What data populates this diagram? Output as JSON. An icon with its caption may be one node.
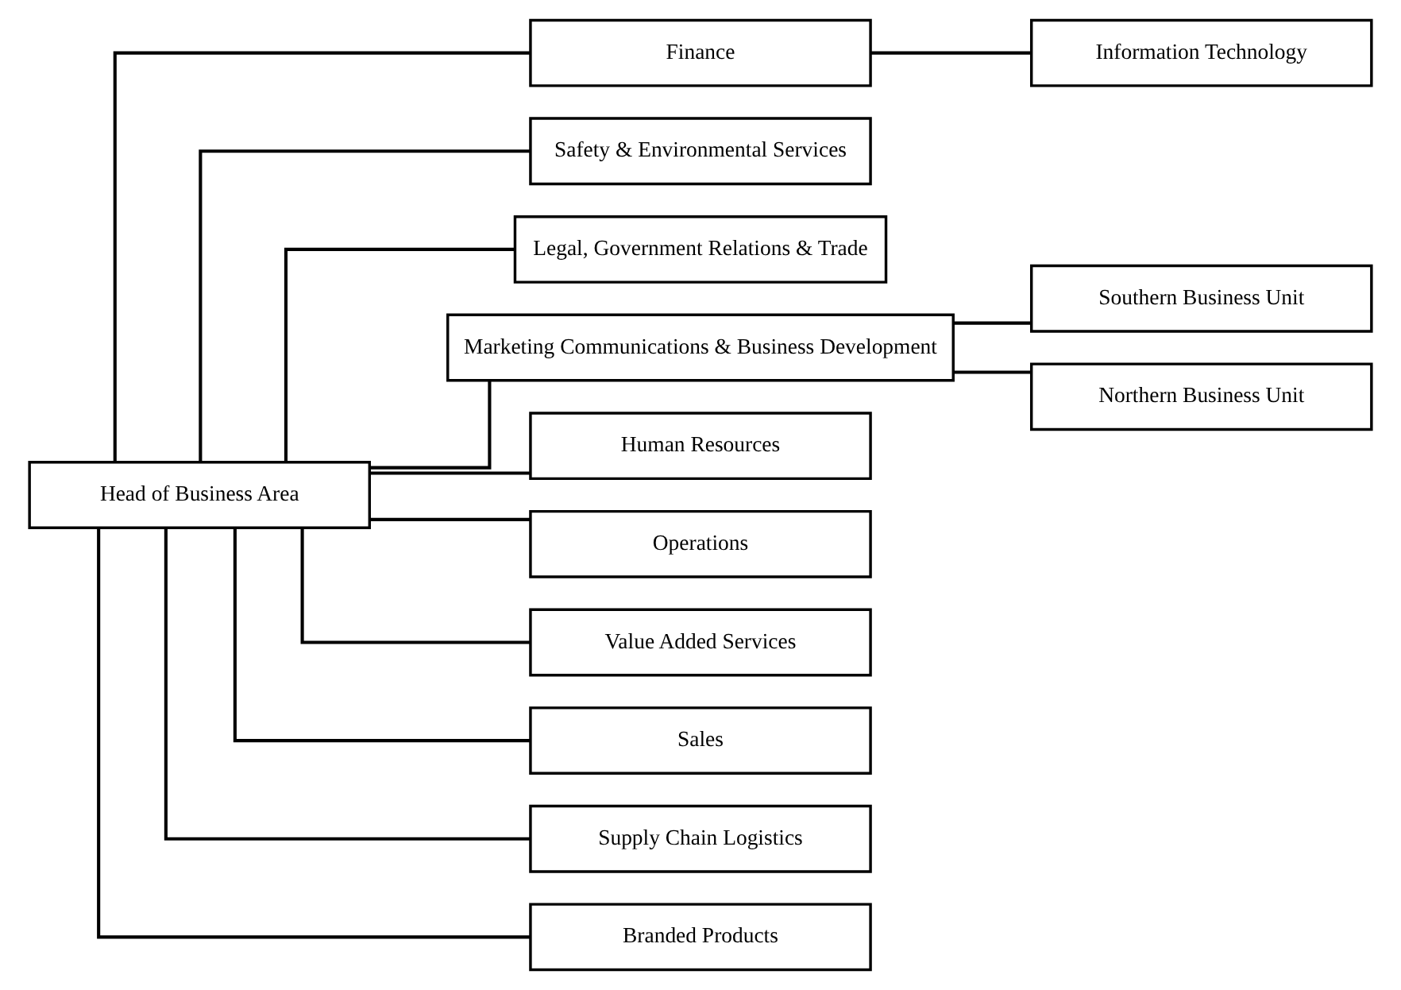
{
  "diagram": {
    "nodes": [
      {
        "text": [
          "Head of Business Area"
        ]
      },
      {
        "text": [
          "Finance"
        ]
      },
      {
        "text": [
          "Safety & Environmental Services"
        ]
      },
      {
        "text": [
          "Information Technology"
        ]
      },
      {
        "text": [
          "Legal, Government Relations & Trade"
        ]
      },
      {
        "text": [
          "Marketing Communications & Business Development"
        ]
      },
      {
        "text": [
          "Southern Business Unit"
        ]
      },
      {
        "text": [
          "Northern Business Unit"
        ]
      },
      {
        "text": [
          "Human Resources"
        ]
      },
      {
        "text": [
          "Operations"
        ]
      },
      {
        "text": [
          "Value Added Services"
        ]
      },
      {
        "text": [
          "Sales"
        ]
      },
      {
        "text": [
          "Supply Chain Logistics"
        ]
      },
      {
        "text": [
          "Branded Products"
        ]
      }
    ],
    "edges": [
      {
        "from": 0,
        "to": 1,
        "arrow": "none"
      },
      {
        "from": 0,
        "to": 2,
        "arrow": "none"
      },
      {
        "from": 1,
        "to": 3,
        "arrow": "none"
      },
      {
        "from": 0,
        "to": 4,
        "arrow": "none"
      },
      {
        "from": 0,
        "to": 5,
        "arrow": "none"
      },
      {
        "from": 5,
        "to": 6,
        "arrow": "none"
      },
      {
        "from": 5,
        "to": 7,
        "arrow": "none"
      },
      {
        "from": 0,
        "to": 8,
        "arrow": "none"
      },
      {
        "from": 0,
        "to": 9,
        "arrow": "none"
      },
      {
        "from": 0,
        "to": 10,
        "arrow": "none"
      },
      {
        "from": 0,
        "to": 11,
        "arrow": "none"
      },
      {
        "from": 0,
        "to": 12,
        "arrow": "none"
      },
      {
        "from": 0,
        "to": 13,
        "arrow": "none"
      }
    ]
  }
}
